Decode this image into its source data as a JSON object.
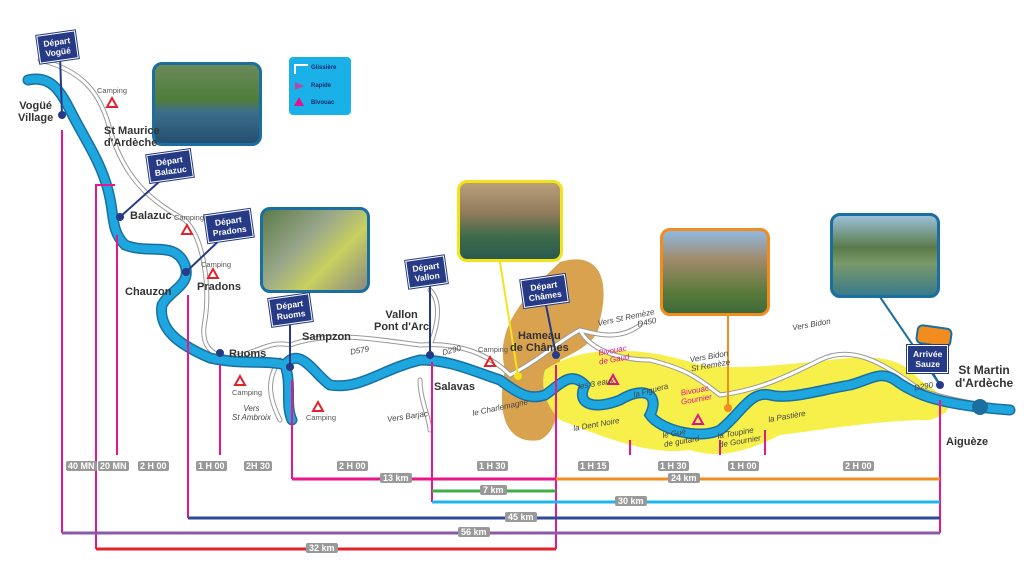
{
  "legend": {
    "items": [
      {
        "label": "Glissière",
        "icon": "slide-icon"
      },
      {
        "label": "Rapide",
        "icon": "rapid-arrow-icon"
      },
      {
        "label": "Bivouac",
        "icon": "bivouac-tent-icon"
      }
    ]
  },
  "departures": {
    "vogue": "Départ\nVogüé",
    "balazuc": "Départ\nBalazuc",
    "pradons": "Départ\nPradons",
    "ruoms": "Départ\nRuoms",
    "vallon": "Départ\nVallon",
    "chames": "Départ\nChâmes",
    "arrivee": "Arrivée\nSauze"
  },
  "towns": {
    "vogue": "Vogüé\nVillage",
    "st_maurice": "St Maurice\nd'Ardèche",
    "balazuc": "Balazuc",
    "chauzon": "Chauzon",
    "pradons": "Pradons",
    "ruoms": "Ruoms",
    "sampzon": "Sampzon",
    "vallon": "Vallon\nPont d'Arc",
    "salavas": "Salavas",
    "chames": "Hameau\nde Châmes",
    "st_martin": "St Martin\nd'Ardèche",
    "aigueze": "Aiguèze"
  },
  "camping_label": "Camping",
  "roads": {
    "d579": "D579",
    "d290a": "D290",
    "d450": "Vers St Remèze\nD450",
    "d290b": "D290",
    "vers_st_ambroix": "Vers\nSt Ambroix",
    "vers_barjac": "Vers Barjac",
    "vers_bidon_st_remeze": "Vers Bidon\nSt Remèze",
    "vers_bidon": "Vers Bidon"
  },
  "rapids": {
    "charlemagne": "le Charlemagne",
    "trois_eaux": "les 3 eaux",
    "figuera": "la Figuera",
    "dent_noire": "la Dent Noire",
    "gue": "le Gué\nde guitard",
    "toupine": "la Toupine\nde Gournier",
    "pastiere": "la Pastière"
  },
  "bivouacs": {
    "gaud": "Bivouac\nde Gaud",
    "gournier": "Bivouac\nGournier"
  },
  "times": [
    "40 MN",
    "20 MN",
    "2 H 00",
    "1 H 00",
    "2H 30",
    "2 H 00",
    "1 H 30",
    "1 H 15",
    "1 H 30",
    "1 H 00",
    "2 H 00"
  ],
  "distances": [
    {
      "label": "13 km",
      "color": "#e8168b"
    },
    {
      "label": "24 km",
      "color": "#f28c1e"
    },
    {
      "label": "7 km",
      "color": "#3fae49"
    },
    {
      "label": "30 km",
      "color": "#1fb4ea"
    },
    {
      "label": "45 km",
      "color": "#2f4a9a"
    },
    {
      "label": "56 km",
      "color": "#8a5aa8"
    },
    {
      "label": "32 km",
      "color": "#e3232c"
    }
  ],
  "colors": {
    "river": "#1ea6de",
    "flag": "#263a86",
    "marker": "#e0138c",
    "nature_reserve": "#d9a24f",
    "gorges": "#f7ef4a"
  }
}
